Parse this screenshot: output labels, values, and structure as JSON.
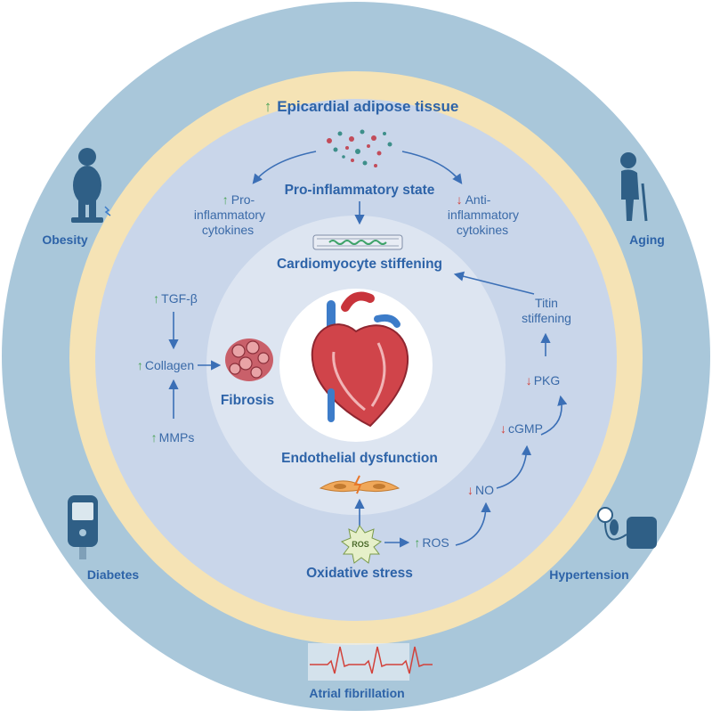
{
  "outer_ring": {
    "risk_factors": {
      "obesity": "Obesity",
      "aging": "Aging",
      "diabetes": "Diabetes",
      "hypertension": "Hypertension",
      "atrial_fibrillation": "Atrial fibrillation"
    }
  },
  "adipose_ring": {
    "label": "Epicardial adipose tissue",
    "arrow": "↑"
  },
  "inner": {
    "pro_inflammatory_state": "Pro-inflammatory state",
    "pro_cytokines": {
      "arrow": "↑",
      "line1": "Pro-",
      "line2": "inflammatory",
      "line3": "cytokines"
    },
    "anti_cytokines": {
      "arrow": "↓",
      "line1": "Anti-",
      "line2": "inflammatory",
      "line3": "cytokines"
    },
    "cardiomyocyte_stiffening": "Cardiomyocyte stiffening",
    "tgf": {
      "arrow": "↑",
      "text": "TGF-β"
    },
    "collagen": {
      "arrow": "↑",
      "text": "Collagen"
    },
    "mmps": {
      "arrow": "↑",
      "text": "MMPs"
    },
    "fibrosis": "Fibrosis",
    "endothelial_dysfunction": "Endothelial dysfunction",
    "oxidative_stress": "Oxidative stress",
    "ros_badge": "ROS",
    "ros": {
      "arrow": "↑",
      "text": "ROS"
    },
    "no": {
      "arrow": "↓",
      "text": "NO"
    },
    "cgmp": {
      "arrow": "↓",
      "text": "cGMP"
    },
    "pkg": {
      "arrow": "↓",
      "text": "PKG"
    },
    "titin": {
      "line1": "Titin",
      "line2": "stiffening"
    }
  },
  "colors": {
    "outer_ring": "#a9c7da",
    "adipose_ring": "#f5e3b5",
    "inner_ring": "#c9d6ea",
    "center": "#eef1f8",
    "text_blue": "#2d63a8",
    "up_green": "#4aa357",
    "down_red": "#d2413a"
  },
  "icons": [
    "obese-person-icon",
    "elderly-person-icon",
    "glucometer-icon",
    "blood-pressure-cuff-icon",
    "ecg-trace-icon",
    "heart-icon",
    "fibrosis-tissue-icon",
    "cardiomyocyte-icon",
    "endothelial-cell-icon",
    "cytokine-particles-icon"
  ]
}
